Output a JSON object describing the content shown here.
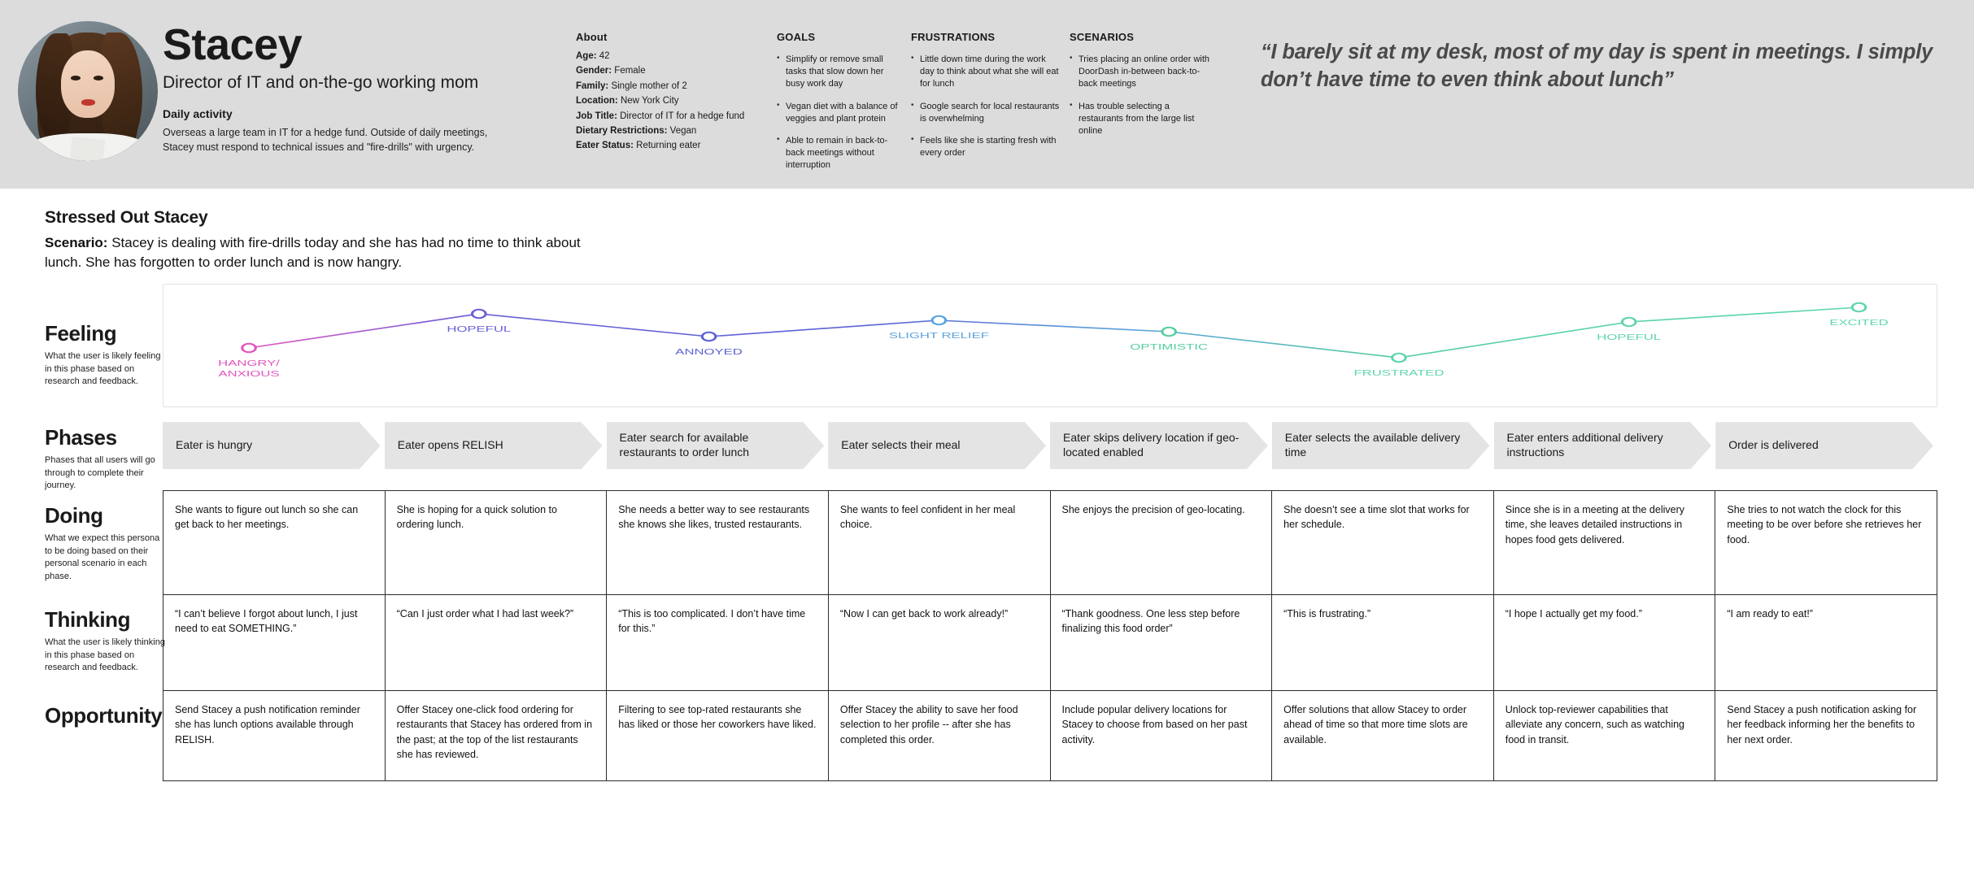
{
  "persona": {
    "name": "Stacey",
    "role": "Director of IT and on-the-go working mom",
    "daily_activity_title": "Daily activity",
    "daily_activity_body": "Overseas a large team in IT for a hedge fund. Outside of daily meetings, Stacey must respond to technical issues and \"fire-drills\" with urgency.",
    "avatar_alt": "persona-photo",
    "quote": "“I barely sit at my desk, most of my day is spent in meetings. I simply don’t have time to even think about lunch”"
  },
  "about": {
    "title": "About",
    "rows": [
      {
        "label": "Age:",
        "value": "42"
      },
      {
        "label": "Gender:",
        "value": "Female"
      },
      {
        "label": "Family:",
        "value": "Single mother of 2"
      },
      {
        "label": "Location:",
        "value": "New York City"
      },
      {
        "label": "Job Title:",
        "value": "Director of IT for a hedge fund"
      },
      {
        "label": "Dietary Restrictions:",
        "value": "Vegan"
      },
      {
        "label": "Eater Status:",
        "value": "Returning eater"
      }
    ]
  },
  "goals": {
    "title": "GOALS",
    "items": [
      "Simplify or remove small tasks that slow down her busy work day",
      "Vegan diet with a balance of veggies and plant protein",
      "Able to remain in back-to-back meetings without interruption"
    ]
  },
  "frustrations": {
    "title": "FRUSTRATIONS",
    "items": [
      "Little down time during the work day to think about what she will eat for lunch",
      "Google search for local restaurants is overwhelming",
      "Feels like she is starting fresh with every order"
    ]
  },
  "scenarios": {
    "title": "SCENARIOS",
    "items": [
      "Tries placing an online order with DoorDash in-between back-to-back meetings",
      "Has trouble selecting a restaurants from the large list online"
    ]
  },
  "scenario_header": {
    "title": "Stressed Out Stacey",
    "label": "Scenario:",
    "body": " Stacey is dealing with fire-drills today and she has had no time to think about lunch. She has forgotten to order lunch and is now hangry."
  },
  "rows": {
    "feeling": {
      "title": "Feeling",
      "description": "What the user is likely feeling in this phase based on research and feedback."
    },
    "phases": {
      "title": "Phases",
      "description": "Phases that all users will go through to complete their journey."
    },
    "doing": {
      "title": "Doing",
      "description": "What we expect this persona to be doing based on their personal scenario in each phase."
    },
    "thinking": {
      "title": "Thinking",
      "description": "What the user is likely thinking in this phase based on research and feedback."
    },
    "opportunity": {
      "title": "Opportunity",
      "description": ""
    }
  },
  "phases": [
    "Eater is hungry",
    "Eater opens RELISH",
    "Eater search for available restaurants to order lunch",
    "Eater selects their meal",
    "Eater skips delivery location if geo-located enabled",
    "Eater selects the available delivery time",
    "Eater enters additional delivery instructions",
    "Order is delivered"
  ],
  "doing": [
    "She wants to figure out lunch so she can get back to her meetings.",
    "She is hoping for a quick solution to ordering lunch.",
    "She needs a better way to see restaurants she knows she likes, trusted restaurants.",
    "She wants to feel confident in her meal choice.",
    "She enjoys the precision of geo-locating.",
    "She doesn’t see a time slot that works for her schedule.",
    "Since she is in a meeting at the delivery time, she leaves detailed instructions in hopes food gets delivered.",
    "She tries to not watch the clock for this meeting to be over before she retrieves her food."
  ],
  "thinking": [
    "“I can’t believe I forgot about lunch, I just need to eat SOMETHING.”",
    "“Can I just order what I had last week?”",
    "“This is too complicated. I don’t have time for this.”",
    "“Now I can get back to work already!”",
    "“Thank goodness. One less step before finalizing this food order”",
    "“This is frustrating.”",
    "“I hope I actually get my food.”",
    "“I am ready to eat!”"
  ],
  "opportunity": [
    "Send Stacey a push notification reminder she has lunch options available through RELISH.",
    "Offer Stacey one-click food ordering for restaurants that Stacey has ordered from in the past; at the top of the list restaurants she has reviewed.",
    "Filtering to see top-rated restaurants she has liked or those her coworkers have liked.",
    "Offer Stacey the ability to save her food selection to her profile -- after she has completed this order.",
    "Include popular delivery locations for Stacey to choose from based on her past activity.",
    "Offer solutions that allow Stacey to order ahead of time so that more time slots are available.",
    "Unlock top-reviewer capabilities that alleviate any concern, such as watching food in transit.",
    "Send Stacey a push notification asking for her feedback informing her the benefits to her next order."
  ],
  "chart_data": {
    "type": "line",
    "title": "Feeling",
    "xlabel": "",
    "ylabel": "",
    "grid": false,
    "legend": false,
    "categories": [
      "Eater is hungry",
      "Eater opens RELISH",
      "Eater search for available restaurants to order lunch",
      "Eater selects their meal",
      "Eater skips delivery location if geo-located enabled",
      "Eater selects the available delivery time",
      "Eater enters additional delivery instructions",
      "Order is delivered"
    ],
    "point_labels": [
      "HANGRY/ ANXIOUS",
      "HOPEFUL",
      "ANNOYED",
      "SLIGHT RELIEF",
      "OPTIMISTIC",
      "FRUSTRATED",
      "HOPEFUL",
      "EXCITED"
    ],
    "values": [
      2.0,
      4.1,
      2.7,
      3.7,
      3.0,
      1.4,
      3.6,
      4.5
    ],
    "ylim": [
      0,
      5
    ],
    "point_colors": [
      "#e255c0",
      "#6a5fd8",
      "#5b62d6",
      "#5ba3dd",
      "#55cfa0",
      "#5fd6ab",
      "#5fd6ab",
      "#5fd6ab"
    ],
    "line_gradient": [
      "#e255c0",
      "#6a5fd8",
      "#5ba3dd",
      "#5fd6ab"
    ]
  }
}
